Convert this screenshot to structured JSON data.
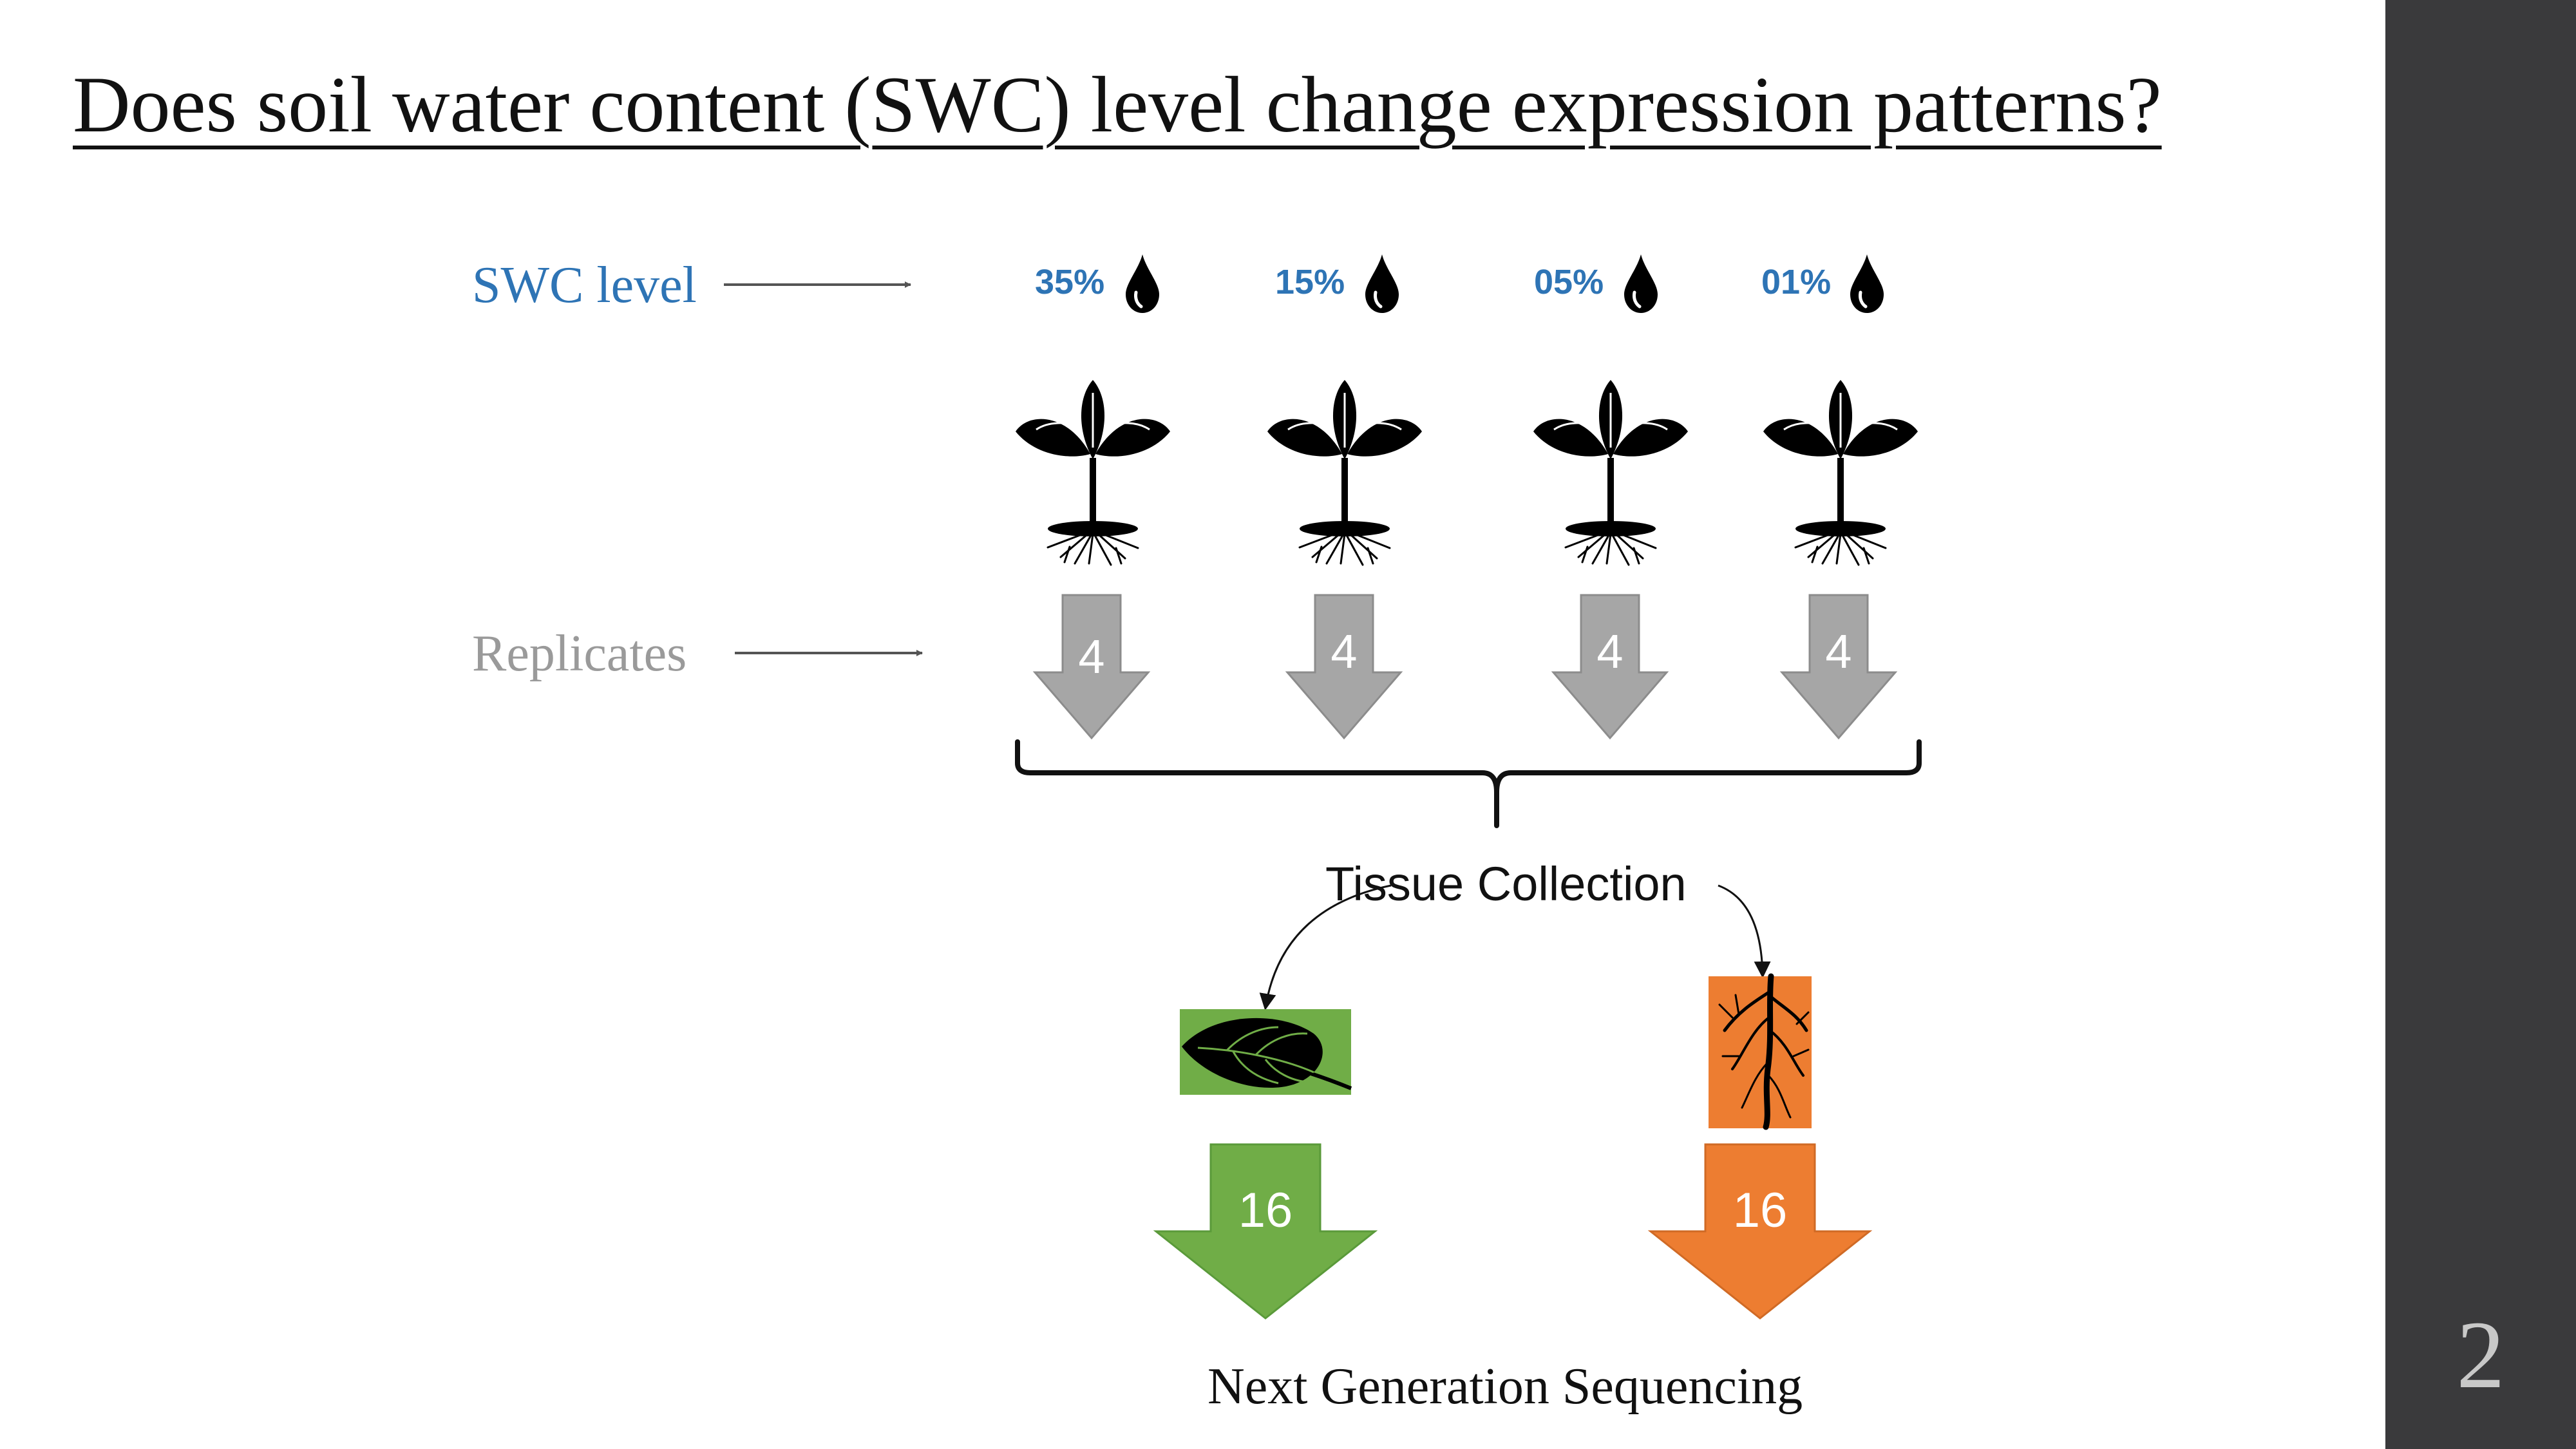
{
  "slide": {
    "title": "Does soil water content (SWC) level change expression patterns?",
    "page_number": "2"
  },
  "labels": {
    "swc_level": "SWC level",
    "replicates": "Replicates",
    "tissue_collection": "Tissue Collection",
    "sequencing": "Next Generation Sequencing"
  },
  "swc_levels": [
    "35%",
    "15%",
    "05%",
    "01%"
  ],
  "replicates": [
    "4",
    "4",
    "4",
    "4"
  ],
  "tissues": [
    {
      "tissue": "leaf-icon",
      "count": "16",
      "color": "#70ad47"
    },
    {
      "tissue": "root-icon",
      "count": "16",
      "color": "#ed7d31"
    }
  ],
  "colors": {
    "accent_blue": "#2e74b5",
    "replicate_arrow": "#a6a6a6",
    "leaf_green": "#70ad47",
    "root_orange": "#ed7d31",
    "sidebar": "#3a3a3c"
  }
}
